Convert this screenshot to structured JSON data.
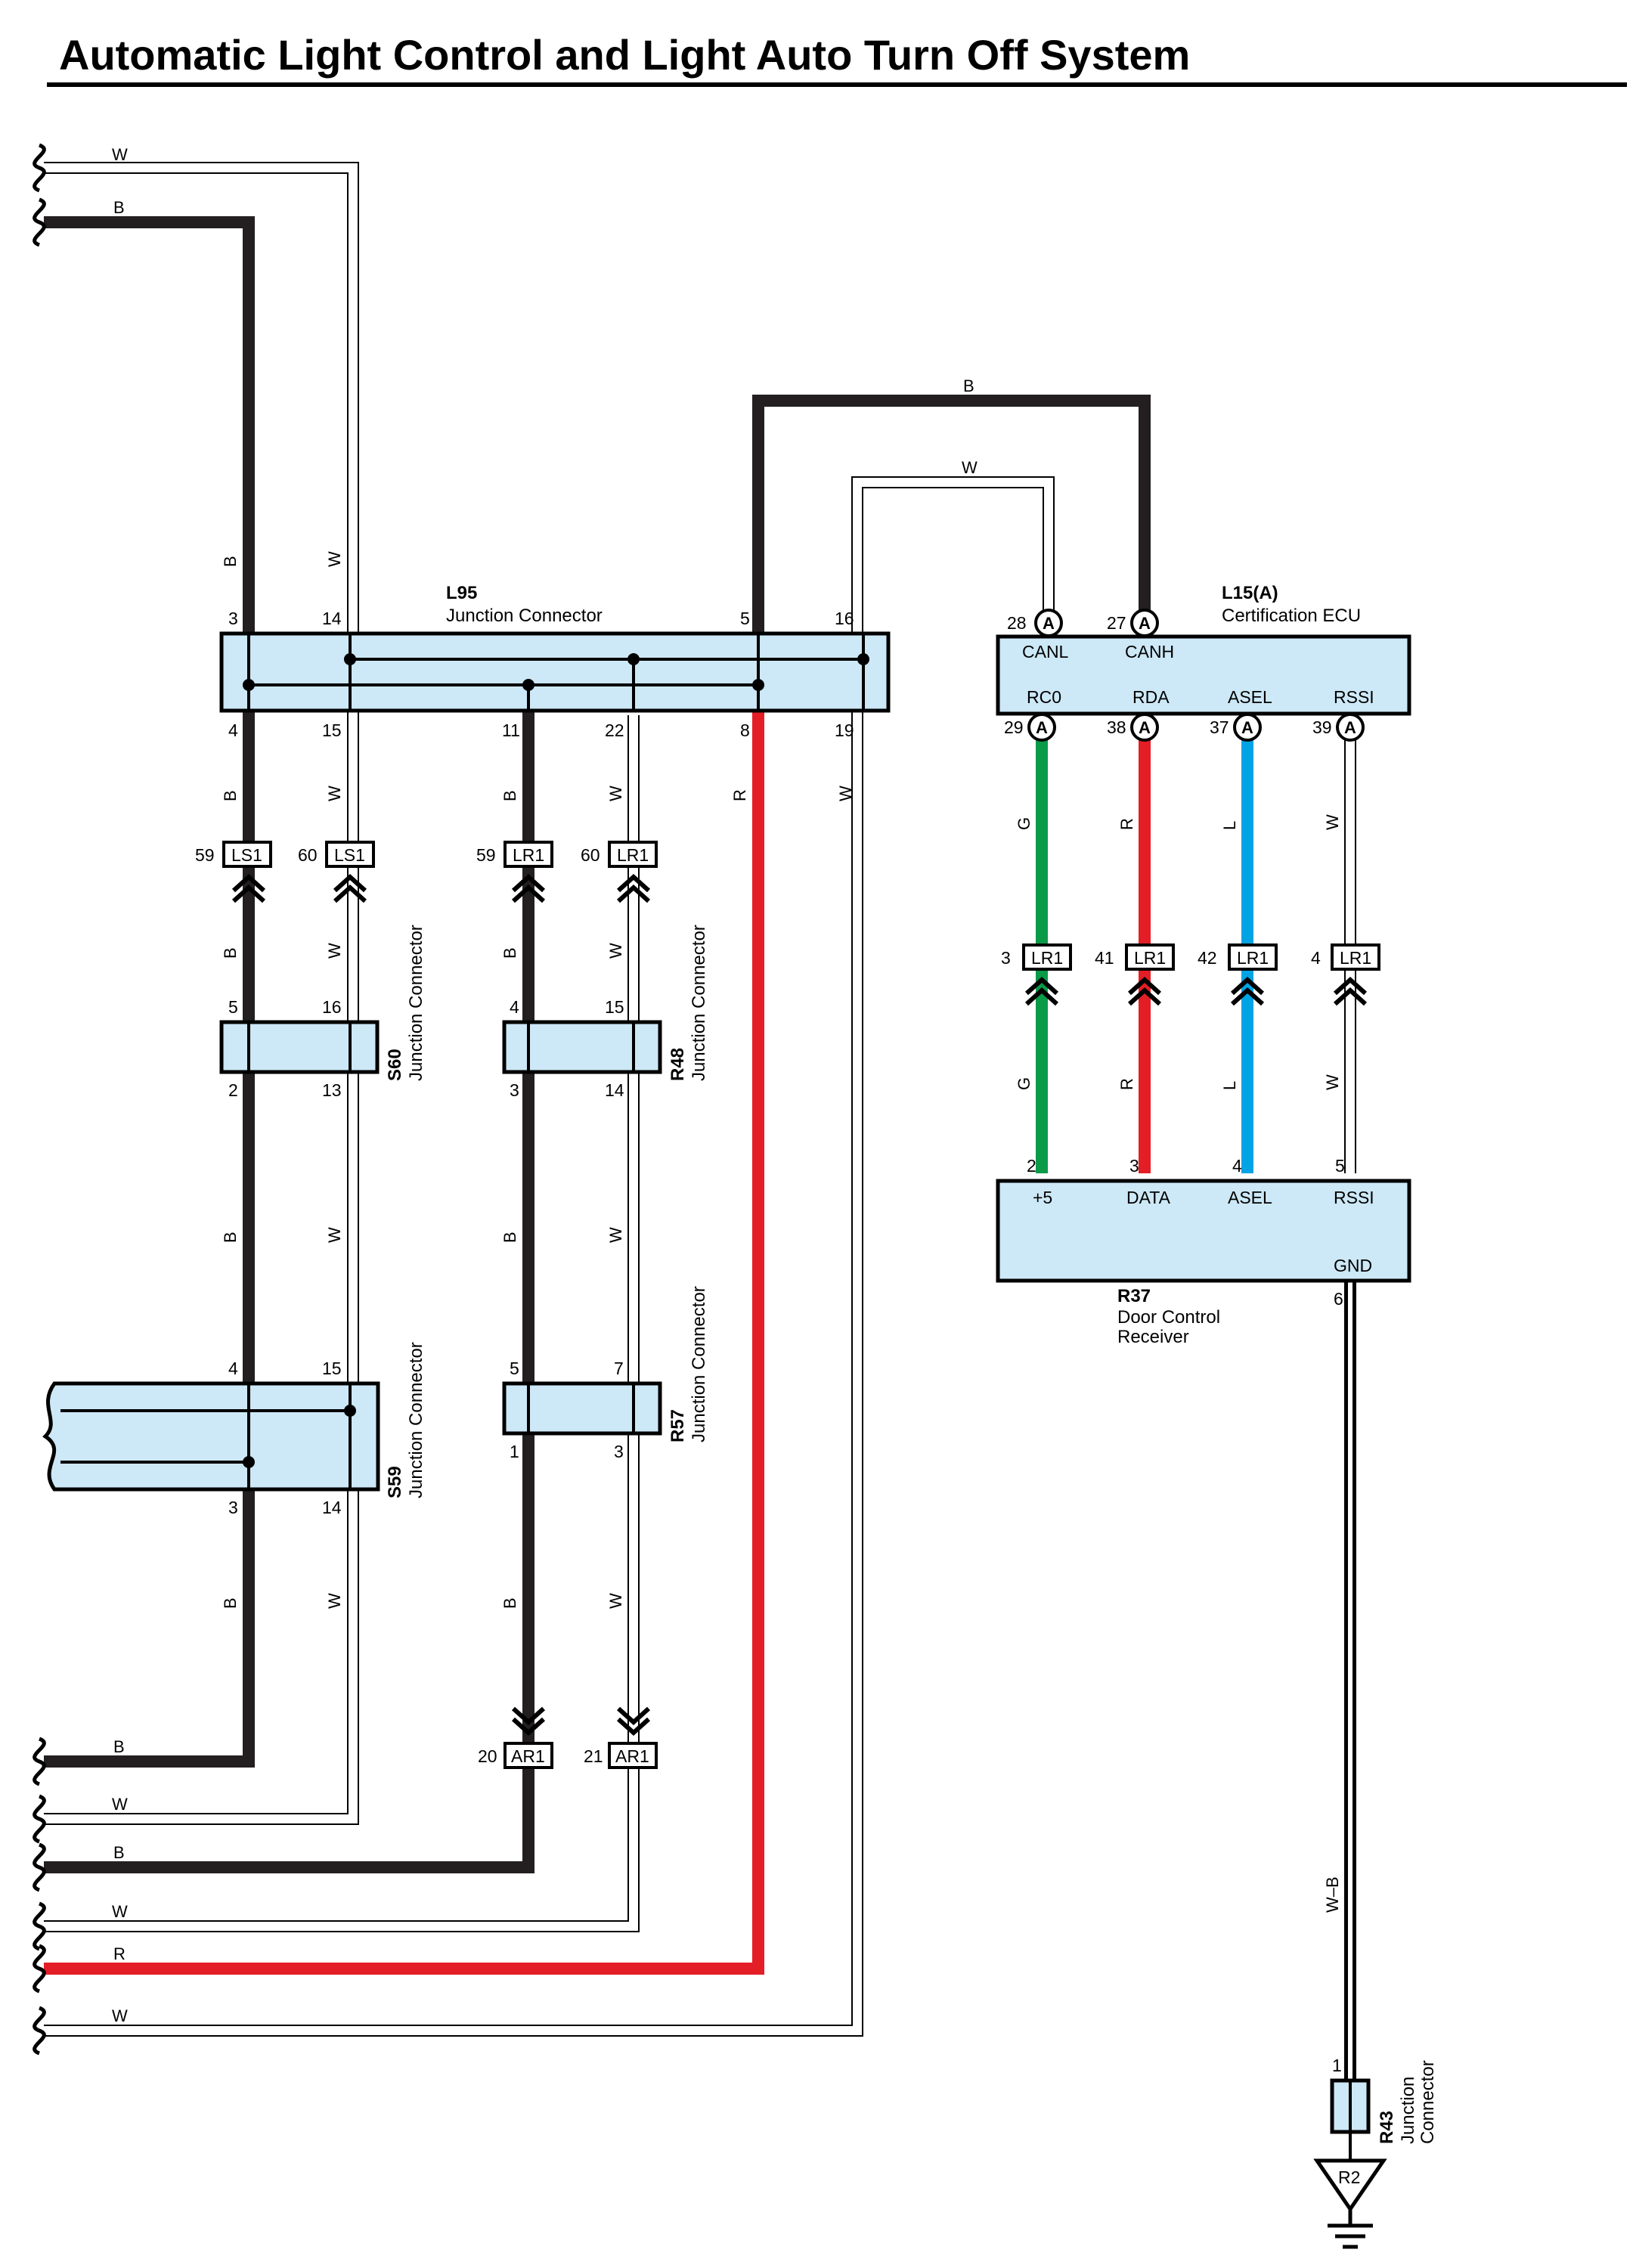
{
  "title": "Automatic Light Control and Light Auto Turn Off System",
  "components": {
    "L95": {
      "id": "L95",
      "name": "Junction Connector"
    },
    "L15": {
      "id": "L15(A)",
      "name": "Certification ECU",
      "pins_top": [
        "CANL",
        "CANH"
      ],
      "pins_bottom": [
        "RC0",
        "RDA",
        "ASEL",
        "RSSI"
      ]
    },
    "R37": {
      "id": "R37",
      "name_line1": "Door Control",
      "name_line2": "Receiver",
      "pins": [
        "+5",
        "DATA",
        "ASEL",
        "RSSI"
      ],
      "gnd": "GND"
    },
    "S60": {
      "id": "S60",
      "name": "Junction Connector"
    },
    "R48": {
      "id": "R48",
      "name": "Junction Connector"
    },
    "S59": {
      "id": "S59",
      "name": "Junction Connector"
    },
    "R57": {
      "id": "R57",
      "name": "Junction Connector"
    },
    "R43": {
      "id": "R43",
      "name_line1": "Junction",
      "name_line2": "Connector"
    },
    "ground": {
      "id": "R2"
    }
  },
  "connectors": {
    "LS1": "LS1",
    "LR1": "LR1",
    "AR1": "AR1",
    "circle": "A"
  },
  "wire_colors": {
    "B": "B",
    "W": "W",
    "R": "R",
    "G": "G",
    "L": "L",
    "WB": "W–B"
  },
  "pins": {
    "L95": {
      "p3": "3",
      "p14": "14",
      "p5": "5",
      "p16": "16",
      "p4": "4",
      "p15": "15",
      "p11": "11",
      "p22": "22",
      "p8": "8",
      "p19": "19"
    },
    "L15": {
      "p28": "28",
      "p27": "27",
      "p29": "29",
      "p38": "38",
      "p37": "37",
      "p39": "39"
    },
    "J": {
      "p59": "59",
      "p60": "60",
      "p3": "3",
      "p41": "41",
      "p42": "42",
      "p4": "4",
      "p20": "20",
      "p21": "21"
    },
    "S60": {
      "p5": "5",
      "p16": "16",
      "p2": "2",
      "p13": "13"
    },
    "R48": {
      "p4": "4",
      "p15": "15",
      "p3": "3",
      "p14": "14"
    },
    "S59": {
      "p4": "4",
      "p15": "15",
      "p3": "3",
      "p14": "14"
    },
    "R57": {
      "p5": "5",
      "p7": "7",
      "p1": "1",
      "p3": "3"
    },
    "R37": {
      "p2": "2",
      "p3": "3",
      "p4": "4",
      "p5": "5",
      "p6": "6"
    },
    "R43": {
      "p1": "1"
    }
  },
  "colors": {
    "black_wire": "#231f20",
    "red_wire": "#e41e26",
    "green_wire": "#0a9a48",
    "blue_wire": "#00a4e4",
    "component_fill": "#cde8f6"
  }
}
